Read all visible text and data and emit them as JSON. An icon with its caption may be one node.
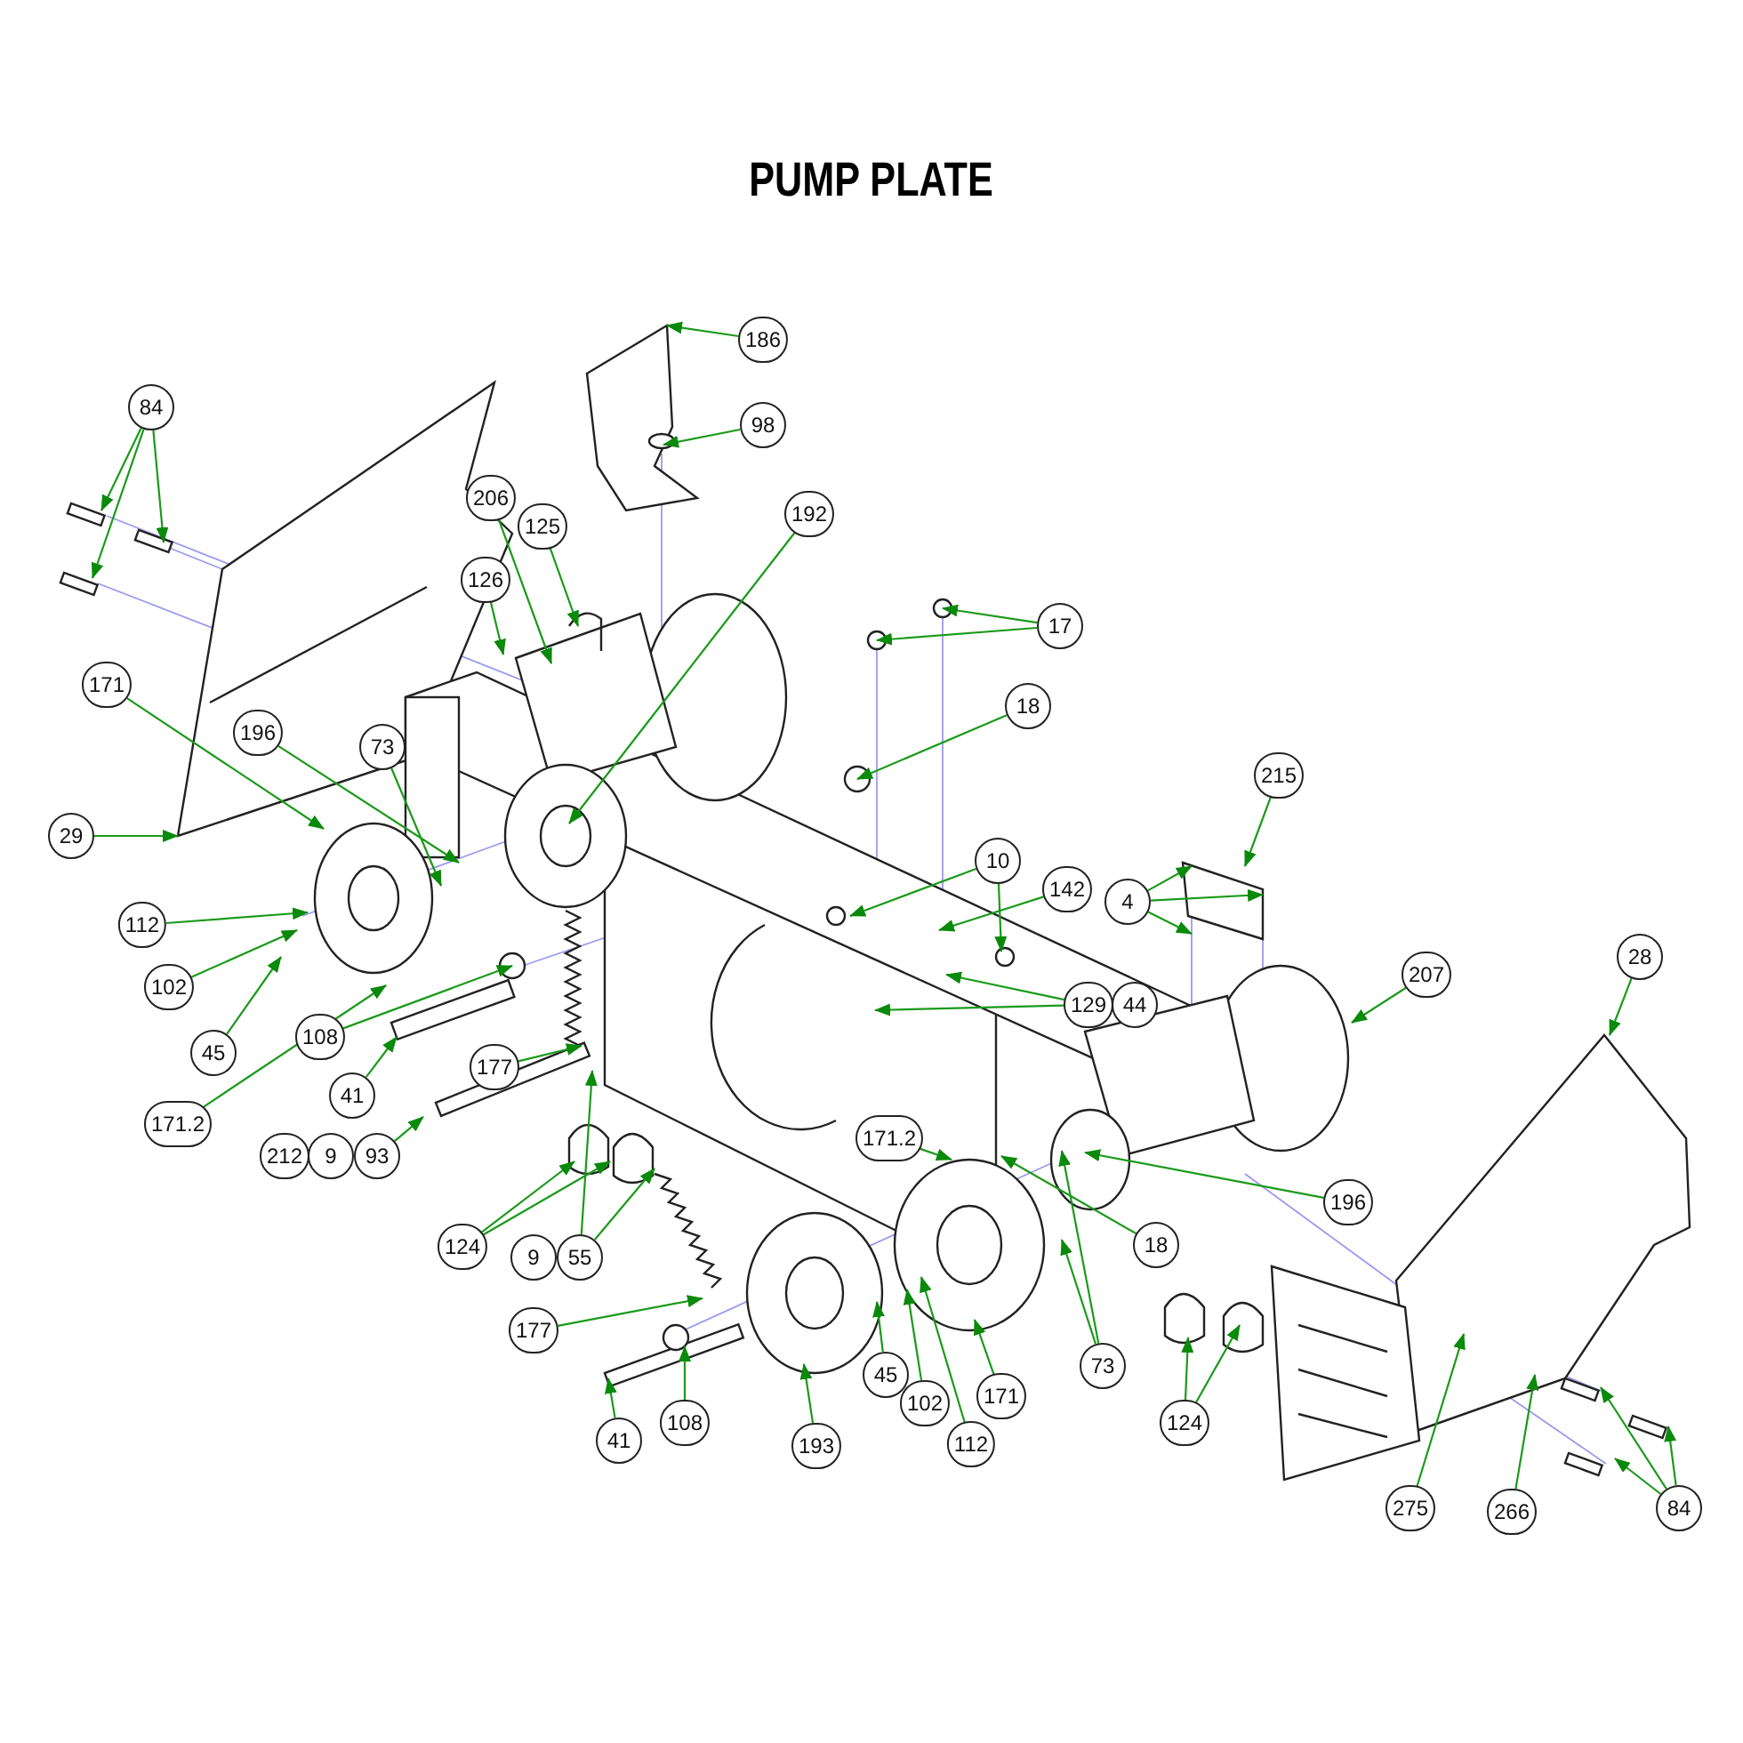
{
  "diagram": {
    "title": "PUMP PLATE",
    "nodes": [
      {
        "text": [
          "84"
        ]
      },
      {
        "text": [
          "206"
        ]
      },
      {
        "text": [
          "125"
        ]
      },
      {
        "text": [
          "126"
        ]
      },
      {
        "text": [
          "186"
        ]
      },
      {
        "text": [
          "98"
        ]
      },
      {
        "text": [
          "192"
        ]
      },
      {
        "text": [
          "17"
        ]
      },
      {
        "text": [
          "18"
        ]
      },
      {
        "text": [
          "171"
        ]
      },
      {
        "text": [
          "73"
        ]
      },
      {
        "text": [
          "196"
        ]
      },
      {
        "text": [
          "112"
        ]
      },
      {
        "text": [
          "102"
        ]
      },
      {
        "text": [
          "29"
        ]
      },
      {
        "text": [
          "45"
        ]
      },
      {
        "text": [
          "171.2"
        ]
      },
      {
        "text": [
          "108"
        ]
      },
      {
        "text": [
          "41"
        ]
      },
      {
        "text": [
          "212"
        ]
      },
      {
        "text": [
          "9"
        ]
      },
      {
        "text": [
          "93"
        ]
      },
      {
        "text": [
          "177"
        ]
      },
      {
        "text": [
          "124"
        ]
      },
      {
        "text": [
          "9"
        ]
      },
      {
        "text": [
          "55"
        ]
      },
      {
        "text": [
          "177"
        ]
      },
      {
        "text": [
          "10"
        ]
      },
      {
        "text": [
          "142"
        ]
      },
      {
        "text": [
          "129"
        ]
      },
      {
        "text": [
          "44"
        ]
      },
      {
        "text": [
          "215"
        ]
      },
      {
        "text": [
          "4"
        ]
      },
      {
        "text": [
          "207"
        ]
      },
      {
        "text": [
          "28"
        ]
      },
      {
        "text": [
          "196"
        ]
      },
      {
        "text": [
          "18"
        ]
      },
      {
        "text": [
          "73"
        ]
      },
      {
        "text": [
          "171.2"
        ]
      },
      {
        "text": [
          "171"
        ]
      },
      {
        "text": [
          "112"
        ]
      },
      {
        "text": [
          "102"
        ]
      },
      {
        "text": [
          "45"
        ]
      },
      {
        "text": [
          "193"
        ]
      },
      {
        "text": [
          "108"
        ]
      },
      {
        "text": [
          "41"
        ]
      },
      {
        "text": [
          "124"
        ]
      },
      {
        "text": [
          "275"
        ]
      },
      {
        "text": [
          "266"
        ]
      },
      {
        "text": [
          "84"
        ]
      }
    ],
    "edges": [
      {
        "from": 0,
        "to": null,
        "arrow": "to"
      },
      {
        "from": 0,
        "to": null,
        "arrow": "to"
      },
      {
        "from": 0,
        "to": null,
        "arrow": "to"
      },
      {
        "from": 1,
        "to": null,
        "arrow": "to"
      },
      {
        "from": 2,
        "to": null,
        "arrow": "to"
      },
      {
        "from": 3,
        "to": null,
        "arrow": "to"
      },
      {
        "from": 4,
        "to": null,
        "arrow": "to"
      },
      {
        "from": 5,
        "to": null,
        "arrow": "to"
      },
      {
        "from": 6,
        "to": null,
        "arrow": "to"
      },
      {
        "from": 7,
        "to": null,
        "arrow": "to"
      },
      {
        "from": 7,
        "to": null,
        "arrow": "to"
      },
      {
        "from": 8,
        "to": null,
        "arrow": "to"
      },
      {
        "from": 9,
        "to": null,
        "arrow": "to"
      },
      {
        "from": 10,
        "to": null,
        "arrow": "to"
      },
      {
        "from": 11,
        "to": null,
        "arrow": "to"
      },
      {
        "from": 12,
        "to": null,
        "arrow": "to"
      },
      {
        "from": 13,
        "to": null,
        "arrow": "to"
      },
      {
        "from": 14,
        "to": null,
        "arrow": "to"
      },
      {
        "from": 15,
        "to": null,
        "arrow": "to"
      },
      {
        "from": 16,
        "to": null,
        "arrow": "to"
      },
      {
        "from": 17,
        "to": null,
        "arrow": "to"
      },
      {
        "from": 18,
        "to": null,
        "arrow": "to"
      },
      {
        "from": 21,
        "to": null,
        "arrow": "to"
      },
      {
        "from": 22,
        "to": null,
        "arrow": "to"
      },
      {
        "from": 23,
        "to": null,
        "arrow": "to"
      },
      {
        "from": 23,
        "to": null,
        "arrow": "to"
      },
      {
        "from": 25,
        "to": null,
        "arrow": "to"
      },
      {
        "from": 25,
        "to": null,
        "arrow": "to"
      },
      {
        "from": 26,
        "to": null,
        "arrow": "to"
      },
      {
        "from": 27,
        "to": null,
        "arrow": "to"
      },
      {
        "from": 27,
        "to": null,
        "arrow": "to"
      },
      {
        "from": 28,
        "to": null,
        "arrow": "to"
      },
      {
        "from": 29,
        "to": null,
        "arrow": "to"
      },
      {
        "from": 29,
        "to": null,
        "arrow": "to"
      },
      {
        "from": 31,
        "to": null,
        "arrow": "to"
      },
      {
        "from": 32,
        "to": null,
        "arrow": "to"
      },
      {
        "from": 32,
        "to": null,
        "arrow": "to"
      },
      {
        "from": 32,
        "to": null,
        "arrow": "to"
      },
      {
        "from": 33,
        "to": null,
        "arrow": "to"
      },
      {
        "from": 34,
        "to": null,
        "arrow": "to"
      },
      {
        "from": 35,
        "to": null,
        "arrow": "to"
      },
      {
        "from": 36,
        "to": null,
        "arrow": "to"
      },
      {
        "from": 37,
        "to": null,
        "arrow": "to"
      },
      {
        "from": 37,
        "to": null,
        "arrow": "to"
      },
      {
        "from": 38,
        "to": null,
        "arrow": "to"
      },
      {
        "from": 39,
        "to": null,
        "arrow": "to"
      },
      {
        "from": 40,
        "to": null,
        "arrow": "to"
      },
      {
        "from": 41,
        "to": null,
        "arrow": "to"
      },
      {
        "from": 42,
        "to": null,
        "arrow": "to"
      },
      {
        "from": 43,
        "to": null,
        "arrow": "to"
      },
      {
        "from": 44,
        "to": null,
        "arrow": "to"
      },
      {
        "from": 45,
        "to": null,
        "arrow": "to"
      },
      {
        "from": 46,
        "to": null,
        "arrow": "to"
      },
      {
        "from": 46,
        "to": null,
        "arrow": "to"
      },
      {
        "from": 47,
        "to": null,
        "arrow": "to"
      },
      {
        "from": 48,
        "to": null,
        "arrow": "to"
      },
      {
        "from": 49,
        "to": null,
        "arrow": "to"
      },
      {
        "from": 49,
        "to": null,
        "arrow": "to"
      },
      {
        "from": 49,
        "to": null,
        "arrow": "to"
      }
    ]
  }
}
